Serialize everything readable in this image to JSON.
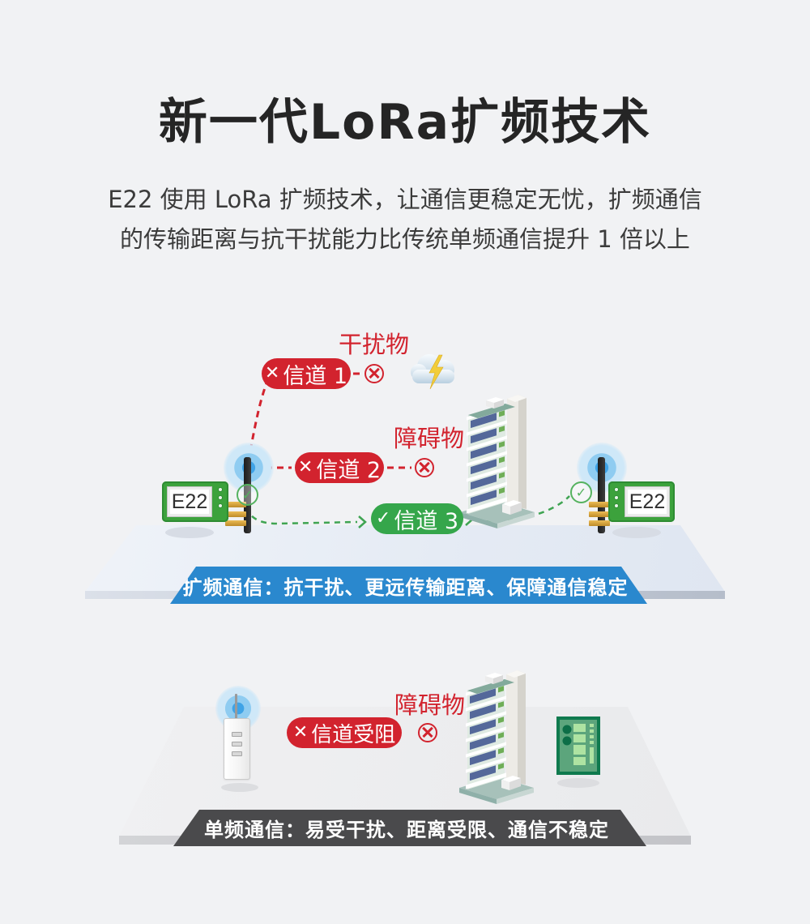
{
  "header": {
    "title": "新一代LoRa扩频技术",
    "subtitle_lines": [
      "E22 使用 LoRa 扩频技术，让通信更稳定无忧，扩频通信",
      "的传输距离与抗干扰能力比传统单频通信提升 1 倍以上"
    ]
  },
  "spread_diagram": {
    "interference_label": "干扰物",
    "obstacle_label": "障碍物",
    "channel1_icon": "✕",
    "channel1_label": "信道 1",
    "channel2_icon": "✕",
    "channel2_label": "信道 2",
    "channel3_icon": "✓",
    "channel3_label": "信道 3",
    "left_module_label": "E22",
    "right_module_label": "E22",
    "check_icon": "✓",
    "banner": "扩频通信：抗干扰、更远传输距离、保障通信稳定"
  },
  "single_diagram": {
    "obstacle_label": "障碍物",
    "blocked_icon": "✕",
    "blocked_label": "信道受阻",
    "banner": "单频通信：易受干扰、距离受限、通信不稳定"
  },
  "colors": {
    "page_bg": "#f1f2f4",
    "blocked_red": "#d2232e",
    "success_green": "#35a64b",
    "banner_blue": "#2a88ce",
    "banner_dark": "#4a4a4c",
    "pcb_green": "#3ca23c"
  }
}
